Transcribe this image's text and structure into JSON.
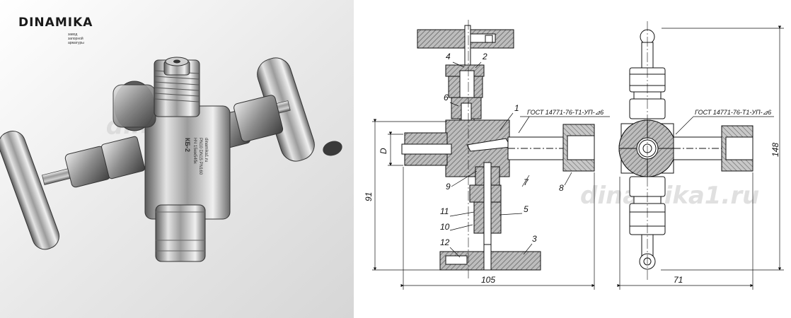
{
  "brand": {
    "name": "DINAMIKA",
    "tagline": [
      "завод",
      "запорной",
      "арматуры"
    ]
  },
  "product_marking": [
    "КБ-2",
    "НЧ 15нж54бк",
    "PN10 DN15 PN160",
    "dinamika1.ru"
  ],
  "watermark": {
    "photo": "dinamika1",
    "drawing": "dinamika1.ru"
  },
  "callouts": [
    "1",
    "2",
    "3",
    "4",
    "5",
    "6",
    "7",
    "8",
    "9",
    "10",
    "11",
    "12"
  ],
  "dimensions": {
    "d": "D",
    "h_left": "91",
    "w_front": "105",
    "w_side": "71",
    "h_side": "148"
  },
  "weld_notes": {
    "front": "ГОСТ 14771-76-Т1-УП-⊿6",
    "side": "ГОСТ 14771-76-Т1-УП-⊿6"
  },
  "colors": {
    "photo_bg": "#e6e6e6",
    "steel_dark": "#4a4a4a",
    "steel_light": "#d8d8d8",
    "line": "#111111",
    "hatch": "#6d6d6d"
  }
}
